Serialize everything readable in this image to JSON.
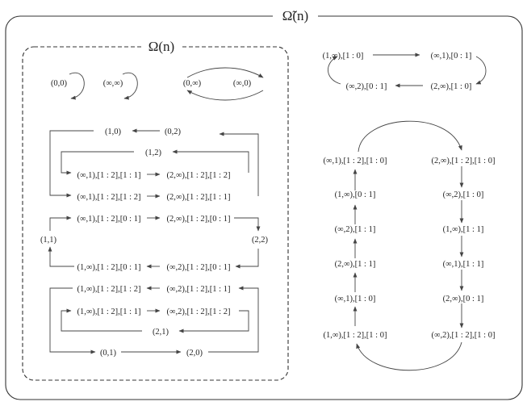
{
  "titles": {
    "outer": "Ω̃(n)",
    "inner": "Ω(n)"
  },
  "nodes": {
    "n00": "(0,0)",
    "ninfinf": "(∞,∞)",
    "n0inf": "(0,∞)",
    "ninf0": "(∞,0)",
    "n10": "(1,0)",
    "n02": "(0,2)",
    "n12": "(1,2)",
    "a1": "(∞,1),[1 : 2],[1 : 1]",
    "a2": "(2,∞),[1 : 2],[1 : 2]",
    "b1": "(∞,1),[1 : 2],[1 : 2]",
    "b2": "(2,∞),[1 : 2],[1 : 1]",
    "c1": "(∞,1),[1 : 2],[0 : 1]",
    "c2": "(2,∞),[1 : 2],[0 : 1]",
    "n11": "(1,1)",
    "n22": "(2,2)",
    "d1": "(1,∞),[1 : 2],[0 : 1]",
    "d2": "(∞,2),[1 : 2],[0 : 1]",
    "e1": "(1,∞),[1 : 2],[1 : 2]",
    "e2": "(∞,2),[1 : 2],[1 : 1]",
    "f1": "(1,∞),[1 : 2],[1 : 1]",
    "f2": "(∞,2),[1 : 2],[1 : 2]",
    "n21": "(2,1)",
    "n01": "(0,1)",
    "n20": "(2,0)",
    "r1": "(1,∞),[1 : 0]",
    "r2": "(∞,1),[0 : 1]",
    "r3": "(∞,2),[0 : 1]",
    "r4": "(2,∞),[1 : 0]",
    "L1": "(∞,1),[1 : 2],[1 : 0]",
    "L2": "(1,∞),[0 : 1]",
    "L3": "(∞,2),[1 : 1]",
    "L4": "(2,∞),[1 : 1]",
    "L5": "(∞,1),[1 : 0]",
    "L6": "(1,∞),[1 : 2],[1 : 0]",
    "R1": "(2,∞),[1 : 2],[1 : 0]",
    "R2": "(∞,2),[1 : 0]",
    "R3": "(1,∞),[1 : 1]",
    "R4": "(∞,1),[1 : 1]",
    "R5": "(2,∞),[0 : 1]",
    "R6": "(∞,2),[1 : 2],[1 : 0]"
  }
}
